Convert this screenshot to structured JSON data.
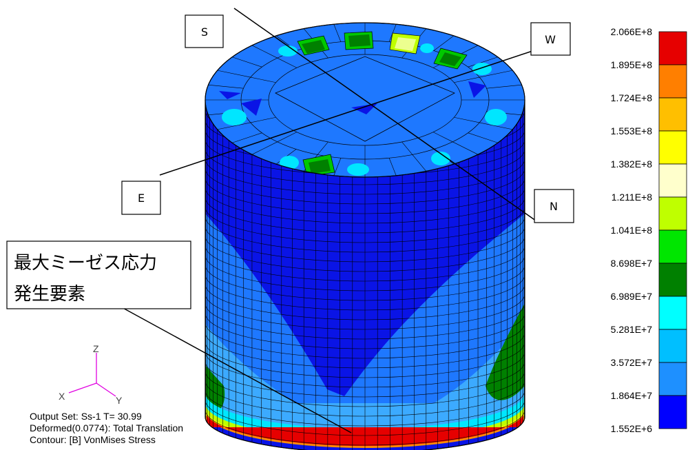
{
  "direction_labels": {
    "south": "S",
    "west": "W",
    "east": "E",
    "north": "N"
  },
  "annotation": {
    "line1": "最大ミーゼス応力",
    "line2": "発生要素"
  },
  "axes": {
    "z": "Z",
    "x": "X",
    "y": "Y"
  },
  "info": {
    "line1": "Output Set: Ss-1  T= 30.99",
    "line2": "Deformed(0.0774): Total Translation",
    "line3": "Contour: [B] VonMises Stress"
  },
  "colorbar": {
    "labels": [
      "2.066E+8",
      "1.895E+8",
      "1.724E+8",
      "1.553E+8",
      "1.382E+8",
      "1.211E+8",
      "1.041E+8",
      "8.698E+7",
      "6.989E+7",
      "5.281E+7",
      "3.572E+7",
      "1.864E+7",
      "1.552E+6"
    ],
    "colors": [
      "#e60000",
      "#ff7f00",
      "#ffbf00",
      "#ffff00",
      "#ffffcc",
      "#bfff00",
      "#00e600",
      "#008000",
      "#00ffff",
      "#00bfff",
      "#1e90ff",
      "#0000ff"
    ]
  },
  "palette": {
    "dark_blue": "#0a14e6",
    "mid_blue": "#1e78ff",
    "light_blue": "#3caaff",
    "cyan": "#00e6ff",
    "green": "#00c800",
    "dark_green": "#008000",
    "yellow_green": "#bfff00",
    "yellow": "#ffff00",
    "orange": "#ff8c00",
    "red": "#e60000",
    "axis_magenta": "#e000e0"
  }
}
